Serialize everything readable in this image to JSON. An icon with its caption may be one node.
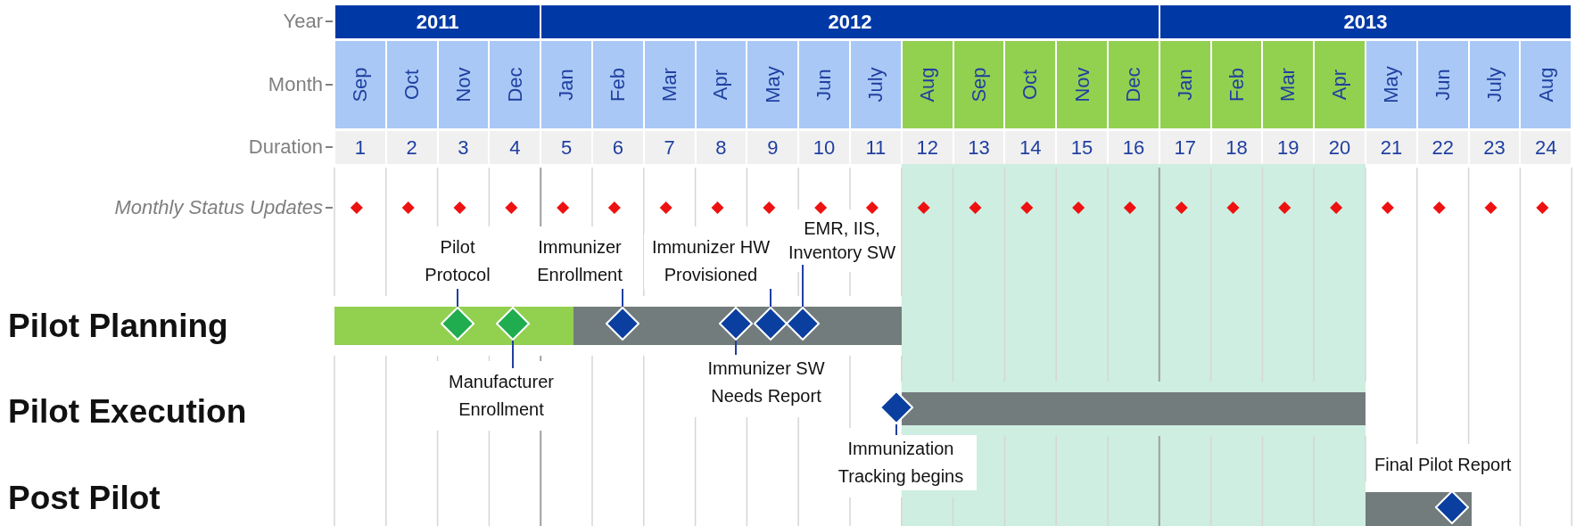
{
  "diagram": {
    "nodes": [
      {
        "text": [
          "Pilot Protocol"
        ]
      },
      {
        "text": [],
        "shape": "diamond",
        "in": 15
      },
      {
        "text": [
          "Manufacturer Enrollment"
        ]
      },
      {
        "text": [],
        "shape": "diamond",
        "in": 15
      },
      {
        "text": [
          "Immunizer Enrollment"
        ]
      },
      {
        "text": [],
        "shape": "diamond",
        "in": 16
      },
      {
        "text": [
          "Immunizer HW Provisioned"
        ]
      },
      {
        "text": [],
        "shape": "diamond",
        "in": 16
      },
      {
        "text": [
          "EMR, IIS, Inventory SW"
        ]
      },
      {
        "text": [],
        "shape": "diamond",
        "in": 16
      },
      {
        "text": [
          "Immunizer SW Needs Report"
        ]
      },
      {
        "text": [],
        "shape": "diamond",
        "in": 16
      },
      {
        "text": [
          "Immunization Tracking begins"
        ]
      },
      {
        "text": [],
        "shape": "diamond"
      },
      {
        "text": [],
        "shape": "diamond",
        "in": 18
      },
      {
        "text": [],
        "shape": "bar"
      },
      {
        "text": [],
        "shape": "bar"
      },
      {
        "text": [],
        "shape": "bar"
      },
      {
        "text": [],
        "shape": "bar"
      }
    ],
    "edges": [
      {
        "from": 0,
        "to": 1,
        "arrow": "none"
      },
      {
        "from": 2,
        "to": 3,
        "arrow": "none"
      },
      {
        "from": 4,
        "to": 5,
        "arrow": "none"
      },
      {
        "from": 6,
        "to": 9,
        "arrow": "none"
      },
      {
        "from": 8,
        "to": 11,
        "arrow": "none"
      },
      {
        "from": 10,
        "to": 7,
        "arrow": "none"
      },
      {
        "from": 12,
        "to": 13,
        "arrow": "none"
      }
    ],
    "labels": [
      "Year",
      "2011",
      "2012",
      "2013",
      "Month",
      "Sep",
      "Oct",
      "Nov",
      "Dec",
      "Jan",
      "Feb",
      "Mar",
      "Apr",
      "May",
      "Jun",
      "July",
      "Aug",
      "Sep",
      "Oct",
      "Nov",
      "Dec",
      "Jan",
      "Feb",
      "Mar",
      "Apr",
      "May",
      "Jun",
      "July",
      "Aug",
      "Duration",
      "1",
      "2",
      "3",
      "4",
      "5",
      "6",
      "7",
      "8",
      "9",
      "10",
      "11",
      "12",
      "13",
      "14",
      "15",
      "16",
      "17",
      "18",
      "19",
      "20",
      "21",
      "22",
      "23",
      "24",
      "Monthly Status Updates",
      "Pilot Planning",
      "Pilot Execution",
      "Final Pilot Report",
      "Post Pilot"
    ]
  }
}
